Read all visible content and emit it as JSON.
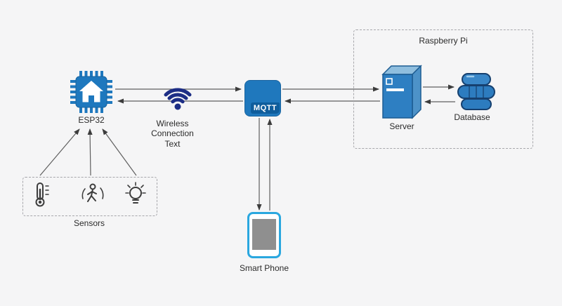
{
  "diagram": {
    "background_color": "#f5f5f6",
    "arrow_color": "#3c3c3c",
    "groups": {
      "raspberry_pi": {
        "label": "Raspberry Pi"
      },
      "sensors": {
        "label": "Sensors"
      }
    },
    "nodes": {
      "esp32": {
        "label": "ESP32",
        "icon": "chip-house-icon",
        "color": "#1e78be"
      },
      "wireless": {
        "lines": [
          "Wireless",
          "Connection",
          "Text"
        ],
        "icon": "wifi-icon",
        "color": "#1c2d85"
      },
      "mqtt": {
        "label": "MQTT",
        "icon": "mqtt-broker-icon",
        "color": "#1f78bd",
        "badge_color": "#0f5d9c"
      },
      "server": {
        "label": "Server",
        "icon": "server-icon",
        "color": "#2e7fc2"
      },
      "database": {
        "label": "Database",
        "icon": "database-icon",
        "color": "#2d7cbf"
      },
      "smartphone": {
        "label": "Smart Phone",
        "icon": "smartphone-icon",
        "border_color": "#2aa7df",
        "screen_color": "#8f8f8f"
      },
      "thermometer": {
        "icon": "thermometer-icon"
      },
      "motion_sensor": {
        "icon": "motion-sensor-icon"
      },
      "light_bulb": {
        "icon": "light-bulb-icon"
      }
    },
    "edges": [
      {
        "from": "esp32",
        "to": "mqtt"
      },
      {
        "from": "mqtt",
        "to": "esp32"
      },
      {
        "from": "mqtt",
        "to": "server"
      },
      {
        "from": "server",
        "to": "mqtt"
      },
      {
        "from": "server",
        "to": "database"
      },
      {
        "from": "database",
        "to": "server"
      },
      {
        "from": "thermometer",
        "to": "esp32"
      },
      {
        "from": "motion_sensor",
        "to": "esp32"
      },
      {
        "from": "light_bulb",
        "to": "esp32"
      },
      {
        "from": "mqtt",
        "to": "smartphone"
      },
      {
        "from": "smartphone",
        "to": "mqtt"
      }
    ]
  }
}
